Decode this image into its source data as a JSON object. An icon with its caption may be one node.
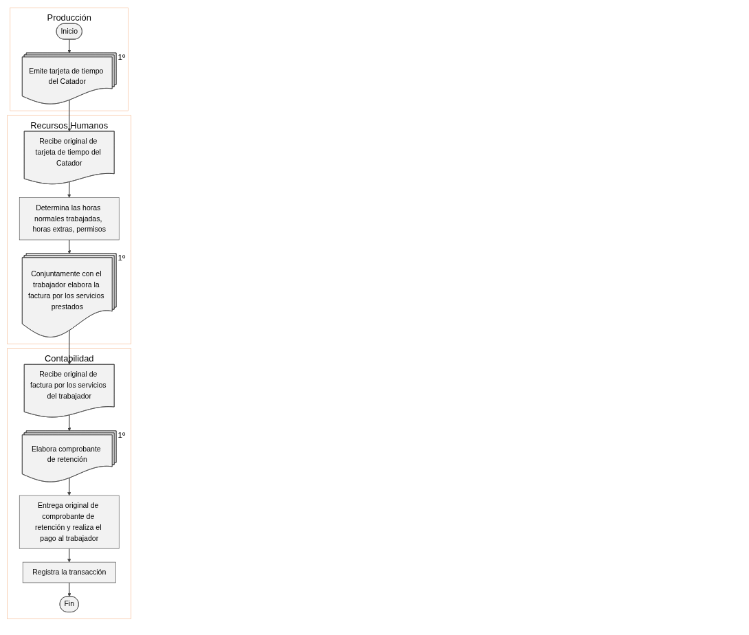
{
  "diagram": {
    "nodes": [
      {
        "text": [
          "Producción"
        ]
      },
      {
        "text": [
          "Inicio"
        ],
        "in": 0
      },
      {
        "text": [
          "Emite tarjeta de tiempo del Catador"
        ],
        "in": 0,
        "beside": [
          "1º"
        ]
      },
      {
        "text": [
          "Recursos Humanos"
        ]
      },
      {
        "text": [
          "Recibe original de tarjeta de tiempo del Catador"
        ],
        "in": 3
      },
      {
        "text": [
          "Determina las horas normales trabajadas, horas extras, permisos"
        ],
        "in": 3
      },
      {
        "text": [
          "Conjuntamente con el trabajador elabora la factura por los servicios prestados"
        ],
        "in": 3,
        "beside": [
          "1º"
        ]
      },
      {
        "text": [
          "Contabilidad"
        ]
      },
      {
        "text": [
          "Recibe original de factura por los servicios del trabajador"
        ],
        "in": 7
      },
      {
        "text": [
          "Elabora comprobante de retención"
        ],
        "in": 7,
        "beside": [
          "1º"
        ]
      },
      {
        "text": [
          "Entrega original de comprobante de retención y realiza el pago al trabajador"
        ],
        "in": 7
      },
      {
        "text": [
          "Registra la transacción"
        ],
        "in": 7
      },
      {
        "text": [
          "Fin"
        ],
        "in": 7
      }
    ],
    "edges": [
      {
        "from": 1,
        "to": 2,
        "arrow": "to"
      },
      {
        "from": 2,
        "to": 4,
        "arrow": "to"
      },
      {
        "from": 4,
        "to": 5,
        "arrow": "to"
      },
      {
        "from": 5,
        "to": 6,
        "arrow": "to"
      },
      {
        "from": 6,
        "to": 8,
        "arrow": "to"
      },
      {
        "from": 8,
        "to": 9,
        "arrow": "to"
      },
      {
        "from": 9,
        "to": 10,
        "arrow": "to"
      },
      {
        "from": 10,
        "to": 11,
        "arrow": "to"
      },
      {
        "from": 11,
        "to": 12,
        "arrow": "to"
      }
    ]
  }
}
